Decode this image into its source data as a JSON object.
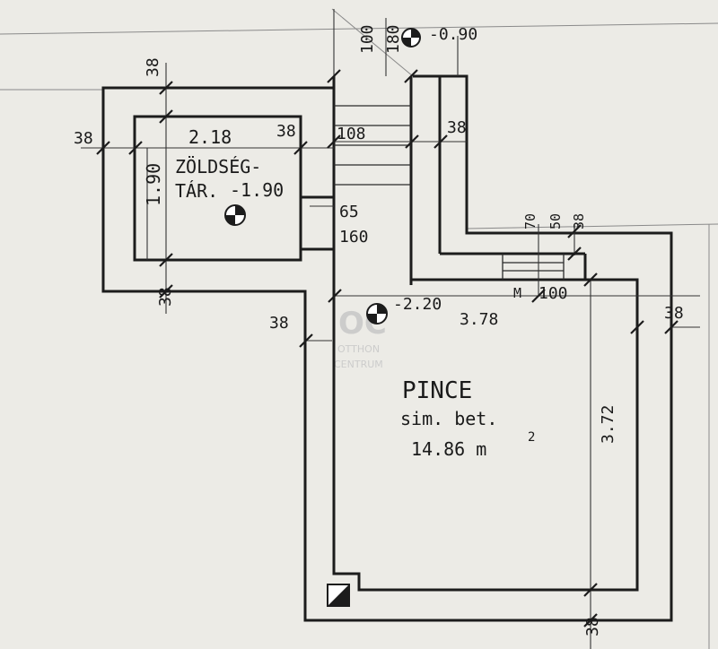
{
  "colors": {
    "paper": "#ecebe6",
    "ink": "#1c1c1c",
    "watermark": "#c9c9c9"
  },
  "watermark": {
    "mark": "OC",
    "line1": "OTTHON",
    "line2": "CENTRUM"
  },
  "storage_room": {
    "name_line1": "ZÖLDSÉG-",
    "name_line2": "TÁR.",
    "width": "2.18",
    "height": "1.90",
    "level": "-1.90"
  },
  "cellar": {
    "name": "PINCE",
    "finish": "sim. bet.",
    "area": "14.86 m",
    "area_sup": "2",
    "width": "3.78",
    "height": "3.72",
    "level": "-2.20"
  },
  "stair": {
    "top_level": "-0.90",
    "dim_100": "100",
    "dim_180": "180",
    "dim_108": "108",
    "dim_65": "65",
    "dim_160": "160"
  },
  "walls": {
    "top_left": "38",
    "left": "38",
    "inner_divider": "38",
    "right_stair": "38",
    "left_bottom": "38",
    "cellar_left": "38",
    "cellar_right": "38",
    "bottom": "38"
  },
  "step": {
    "dim_70": "70",
    "dim_50": "50",
    "dim_38": "38",
    "label_m": "M",
    "dim_100": "100"
  }
}
